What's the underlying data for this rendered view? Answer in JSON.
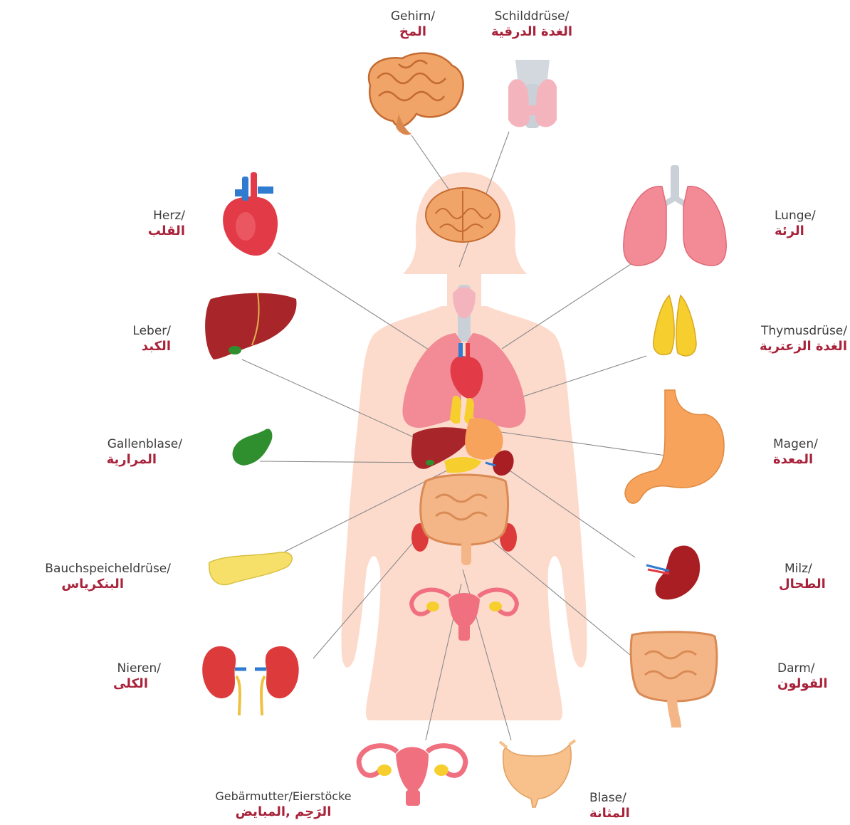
{
  "labels": {
    "brain": {
      "de": "Gehirn/",
      "ar": "المخ"
    },
    "thyroid": {
      "de": "Schilddrüse/",
      "ar": "الغدة الدرقية"
    },
    "heart": {
      "de": "Herz/",
      "ar": "القلب"
    },
    "lungs": {
      "de": "Lunge/",
      "ar": "الرئة"
    },
    "liver": {
      "de": "Leber/",
      "ar": "الكبد"
    },
    "thymus": {
      "de": "Thymusdrüse/",
      "ar": "الغدة الزعترية"
    },
    "gallbladder": {
      "de": "Gallenblase/",
      "ar": "المرارية"
    },
    "stomach": {
      "de": "Magen/",
      "ar": "المعدة"
    },
    "pancreas": {
      "de": "Bauchspeicheldrüse/",
      "ar": "البنكرياس"
    },
    "spleen": {
      "de": "Milz/",
      "ar": "الطحال"
    },
    "kidneys": {
      "de": "Nieren/",
      "ar": "الكلى"
    },
    "intestine": {
      "de": "Darm/",
      "ar": "القولون"
    },
    "uterus": {
      "de": "Gebärmutter/Eierstöcke",
      "ar": "الرَحِم ,المبايض"
    },
    "bladder": {
      "de": "Blase/",
      "ar": "المثانة"
    }
  },
  "colors": {
    "body": "#fddbcc",
    "brain": "#f0a468",
    "lung": "#f28b96",
    "heart": "#e23a47",
    "liver": "#a8262a",
    "stomach": "#f7a35c",
    "thymus": "#f6cf2e",
    "gallbladder": "#2f8f2f",
    "spleen": "#a81e22",
    "kidney": "#dd3b3b",
    "uterus": "#f07080",
    "intestine": "#f5b687",
    "label_ar": "#a8223a",
    "label_de": "#3c3c3c",
    "line": "#8a8a8a"
  }
}
